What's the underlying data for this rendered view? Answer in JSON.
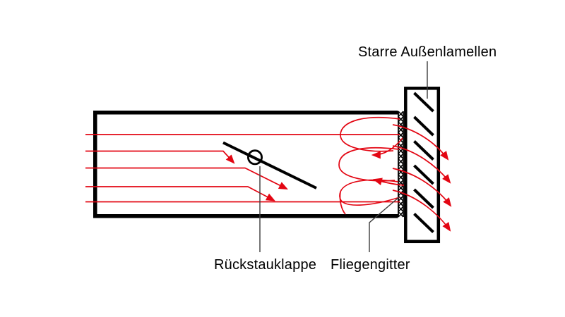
{
  "diagram": {
    "labels": {
      "outer_louvers": "Starre Außenlamellen",
      "backdraft_flap": "Rückstauklappe",
      "fly_screen": "Fliegengitter"
    },
    "colors": {
      "flow": "#e30613",
      "line": "#000000",
      "leader": "#3c3c3c",
      "background": "#ffffff"
    }
  }
}
